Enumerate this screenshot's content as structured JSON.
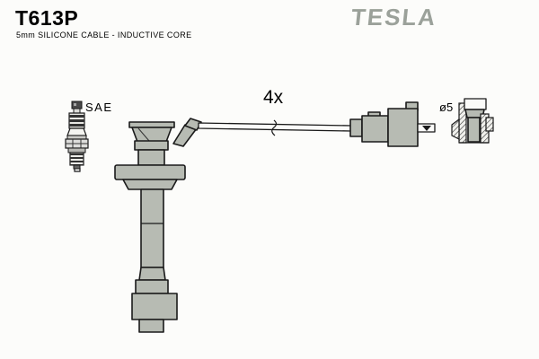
{
  "header": {
    "part_number": "T613P",
    "subtitle": "5mm SILICONE CABLE - INDUCTIVE CORE",
    "brand": "TESLA"
  },
  "diagram": {
    "spark_plug_label": "SAE",
    "quantity_label": "4x",
    "terminal_label": "ø5",
    "components": [
      "spark-plug",
      "spark-plug-boot",
      "ignition-cable",
      "coil-connector",
      "terminal-cross-section"
    ]
  },
  "colors": {
    "background": "#fcfcfa",
    "part_fill": "#b7bbb3",
    "outline": "#1a1a1a",
    "brand_gray": "#9ba19a"
  }
}
